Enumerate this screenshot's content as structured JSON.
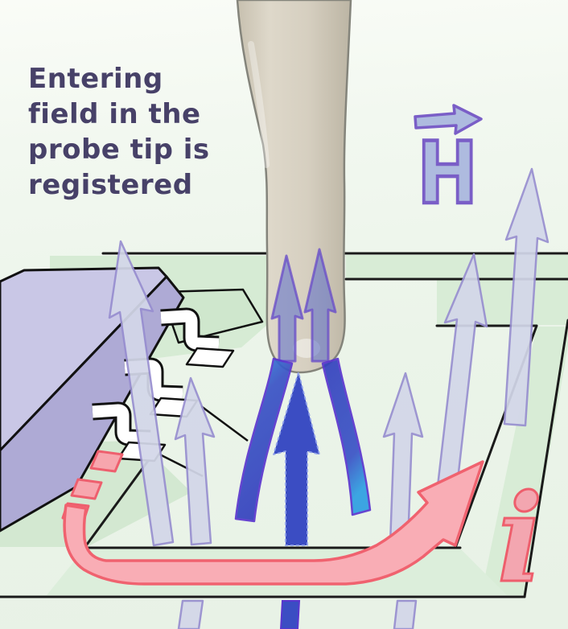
{
  "caption": {
    "lines": [
      "Entering",
      "field in the",
      "probe tip is",
      "registered"
    ]
  },
  "h_field": {
    "label": "H"
  },
  "current": {
    "label": "i"
  },
  "icons": {
    "h_vector_arrow": "right-block-arrow",
    "field_arrows": "up-block-arrow",
    "probe_field_arrows": "up-block-arrow",
    "current_loop_arrow": "bent-loop-arrow"
  },
  "colors": {
    "caption_text": "#474168",
    "h_symbol_fill": "#aebbdf",
    "h_symbol_stroke": "#7a5ec7",
    "field_arrow_fill": "#d3d7e9",
    "field_arrow_stroke": "#988fd0",
    "probe_field_blue": "#3b4dc3",
    "probe_field_cyan": "#2e9fe2",
    "probe_body_beige": "#d5cec0",
    "chip_top": "#c9c7e6",
    "chip_front": "#aeaad5",
    "board_trace_green": "#d7ebd5",
    "background_green": "#e8f2e6",
    "current_pink_fill": "#f9adb5",
    "current_pink_stroke": "#f0626f",
    "board_outline": "#1a1a1a"
  }
}
